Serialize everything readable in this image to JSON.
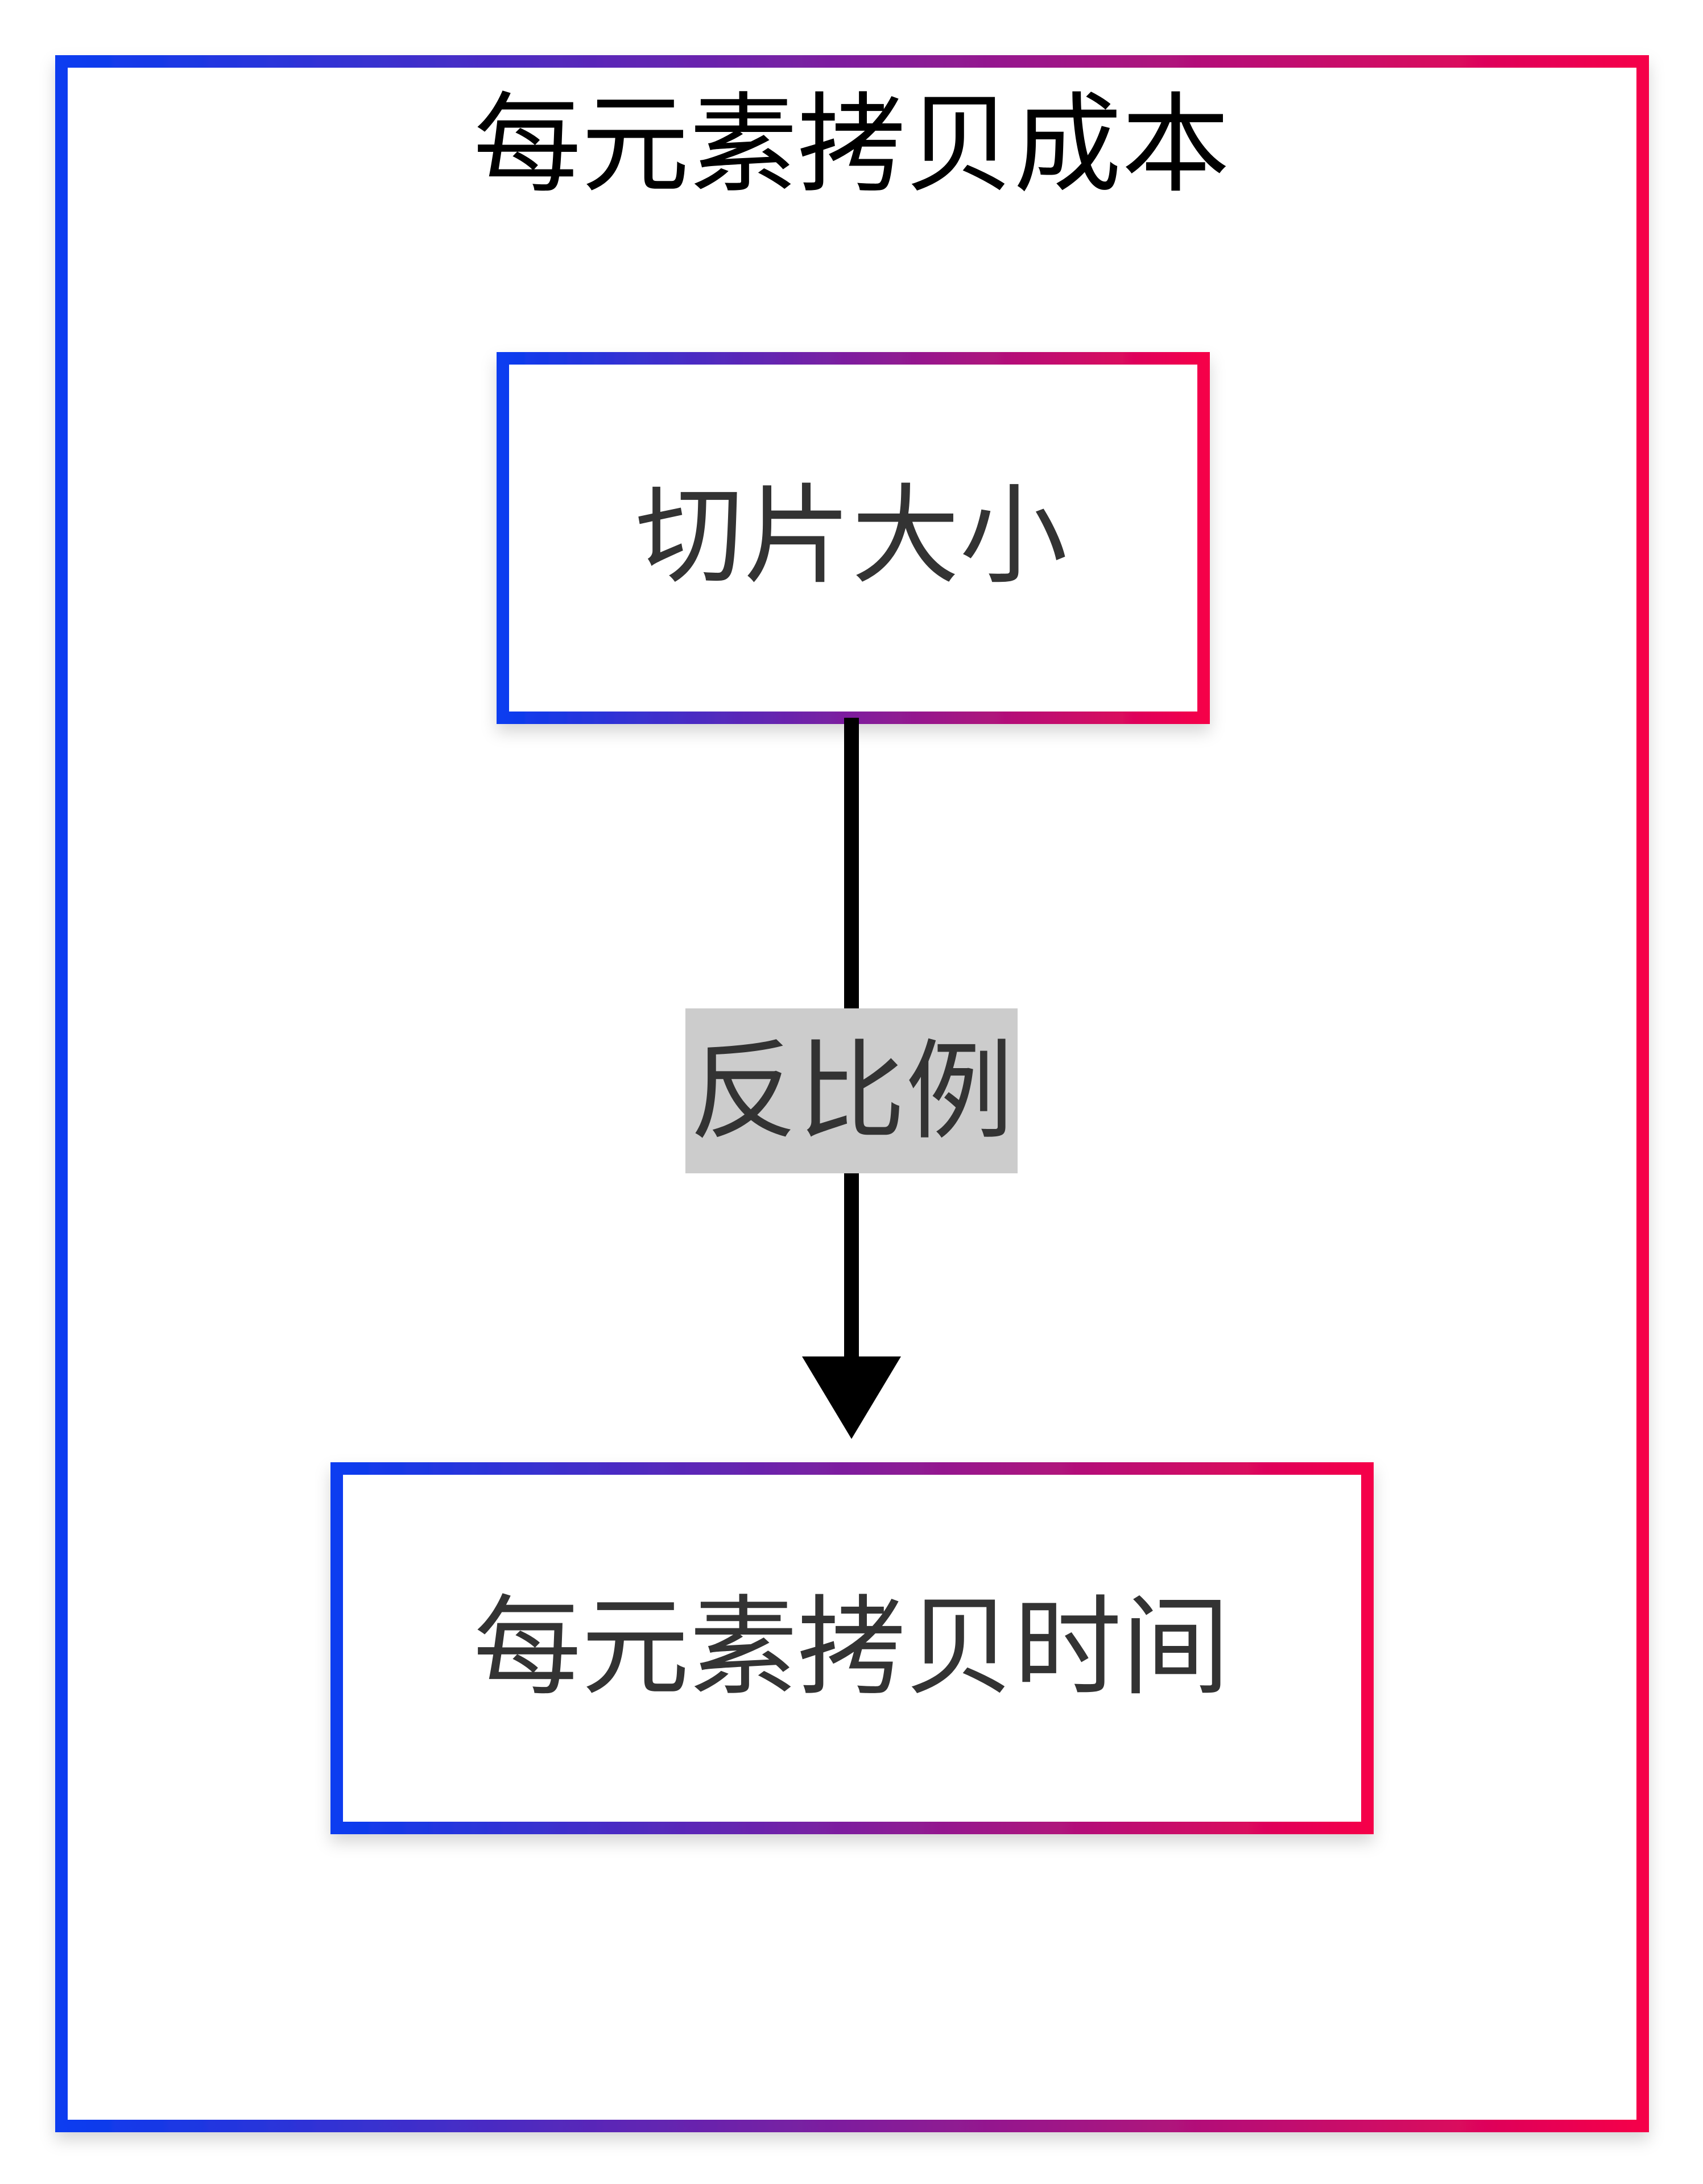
{
  "diagram": {
    "title": "每元素拷贝成本",
    "nodes": {
      "source": {
        "label": "切片大小"
      },
      "target": {
        "label": "每元素拷贝时间"
      }
    },
    "edge": {
      "label": "反比例"
    }
  },
  "colors": {
    "gradient_start": "#0a3cf0",
    "gradient_end": "#f5004a",
    "edge_label_bg": "#cccccc",
    "node_text": "#333333",
    "title_text": "#000000",
    "edge": "#000000"
  }
}
